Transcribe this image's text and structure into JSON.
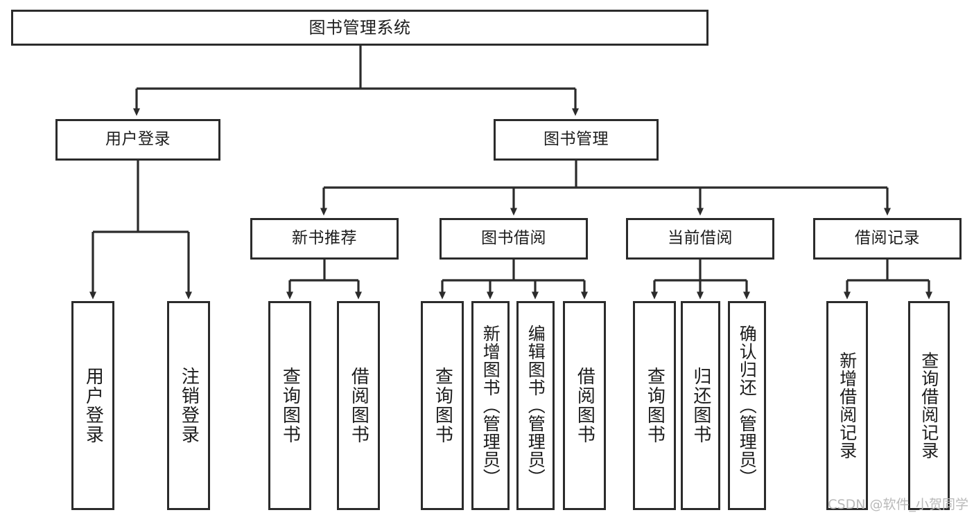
{
  "diagram": {
    "title": "图书管理系统",
    "watermark": "CSDN @软件_小贺同学",
    "line_color": "#2b2b2b",
    "box_fill": "#ffffff",
    "text_color": "#1c1c1c",
    "watermark_color": "#b9b9b9",
    "root": {
      "label": "图书管理系统"
    },
    "level2": [
      {
        "label": "用户登录"
      },
      {
        "label": "图书管理"
      }
    ],
    "level3": [
      {
        "label": "新书推荐"
      },
      {
        "label": "图书借阅"
      },
      {
        "label": "当前借阅"
      },
      {
        "label": "借阅记录"
      }
    ],
    "leaves": {
      "user_login": [
        {
          "label": "用户登录"
        },
        {
          "label": "注销登录"
        }
      ],
      "new_book_recommend": [
        {
          "label": "查询图书"
        },
        {
          "label": "借阅图书"
        }
      ],
      "book_borrow": [
        {
          "label": "查询图书"
        },
        {
          "label": "新增图书（管理员）"
        },
        {
          "label": "编辑图书（管理员）"
        },
        {
          "label": "借阅图书"
        }
      ],
      "current_borrow": [
        {
          "label": "查询图书"
        },
        {
          "label": "归还图书"
        },
        {
          "label": "确认归还（管理员）"
        }
      ],
      "borrow_record": [
        {
          "label": "新增借阅记录"
        },
        {
          "label": "查询借阅记录"
        }
      ]
    }
  }
}
